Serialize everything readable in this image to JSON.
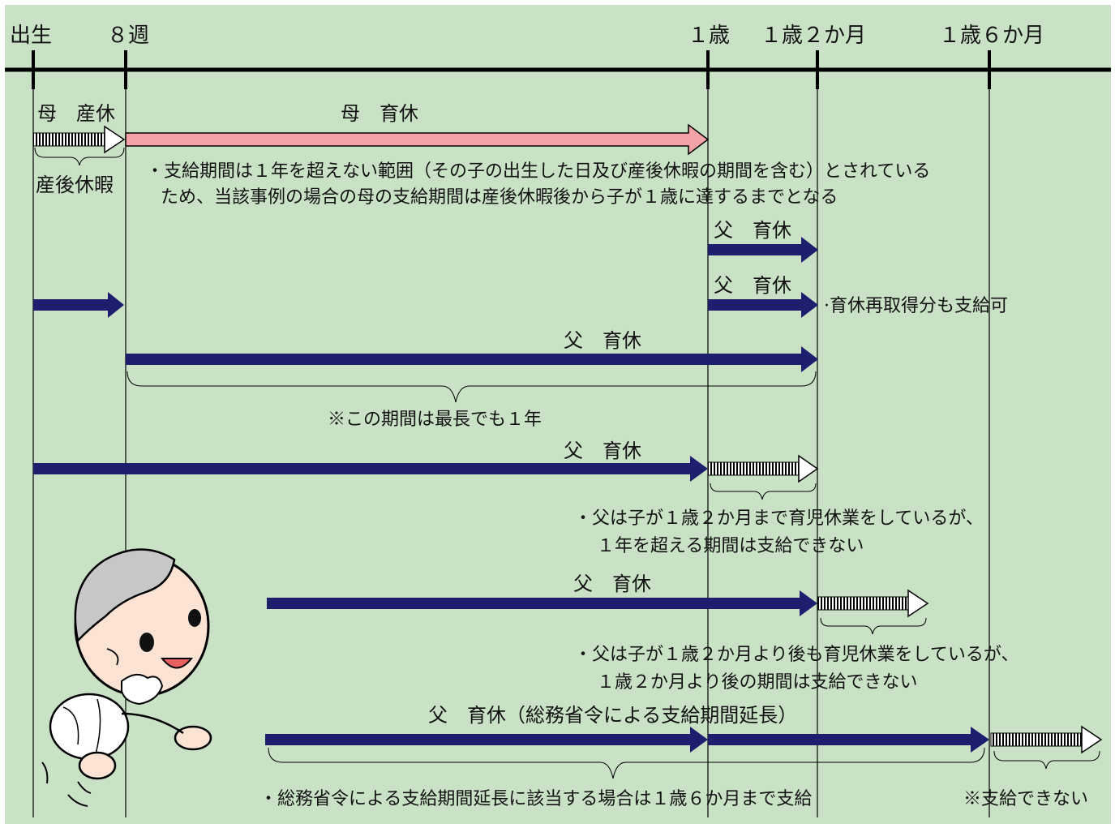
{
  "colors": {
    "background": "#c9e2c6",
    "navy_arrow": "#1e1e6e",
    "mother_arrow": "#f4a3a8",
    "dotted_arrow": "#ffffff",
    "line": "#000000"
  },
  "timeline": {
    "ticks": [
      "出生",
      "８週",
      "１歳",
      "１歳２か月",
      "１歳６か月"
    ]
  },
  "case1": {
    "mother_maternity_label": "母　産休",
    "maternity_leave_label": "産後休暇",
    "mother_childcare_label": "母　育休",
    "note_line1": "・支給期間は１年を超えない範囲（その子の出生した日及び産後休暇の期間を含む）とされている",
    "note_line2": "ため、当該事例の場合の母の支給期間は産後休暇後から子が１歳に達するまでとなる"
  },
  "case2": {
    "father_label_a": "父　育休",
    "father_label_b": "父　育休",
    "note": "·育休再取得分も支給可"
  },
  "case3": {
    "father_label": "父　育休",
    "note": "※この期間は最長でも１年"
  },
  "case4": {
    "father_label": "父　育休",
    "note_line1": "・父は子が１歳２か月まで育児休業をしているが、",
    "note_line2": "１年を超える期間は支給できない"
  },
  "case5": {
    "father_label": "父　育休",
    "note_line1": "・父は子が１歳２か月より後も育児休業をしているが、",
    "note_line2": "１歳２か月より後の期間は支給できない"
  },
  "case6": {
    "father_label": "父　育休（総務省令による支給期間延長）",
    "note": "・総務省令による支給期間延長に該当する場合は１歳６か月まで支給",
    "not_payable": "※支給できない"
  }
}
